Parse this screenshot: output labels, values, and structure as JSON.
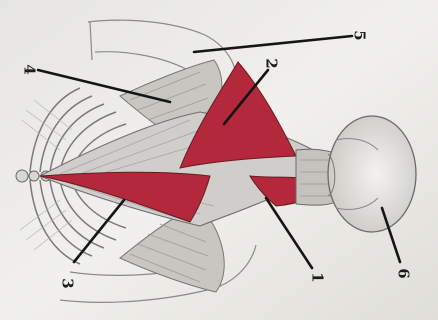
{
  "diagram": {
    "labels": [
      {
        "id": "1",
        "text": "1"
      },
      {
        "id": "2",
        "text": "2"
      },
      {
        "id": "3",
        "text": "3"
      },
      {
        "id": "4",
        "text": "4"
      },
      {
        "id": "5",
        "text": "5"
      },
      {
        "id": "6",
        "text": "6"
      }
    ],
    "colors": {
      "paper": "#ecebe7",
      "muscle_highlight": "#b3283a",
      "sketch": "#6e6e6e",
      "leader": "#151515"
    }
  }
}
